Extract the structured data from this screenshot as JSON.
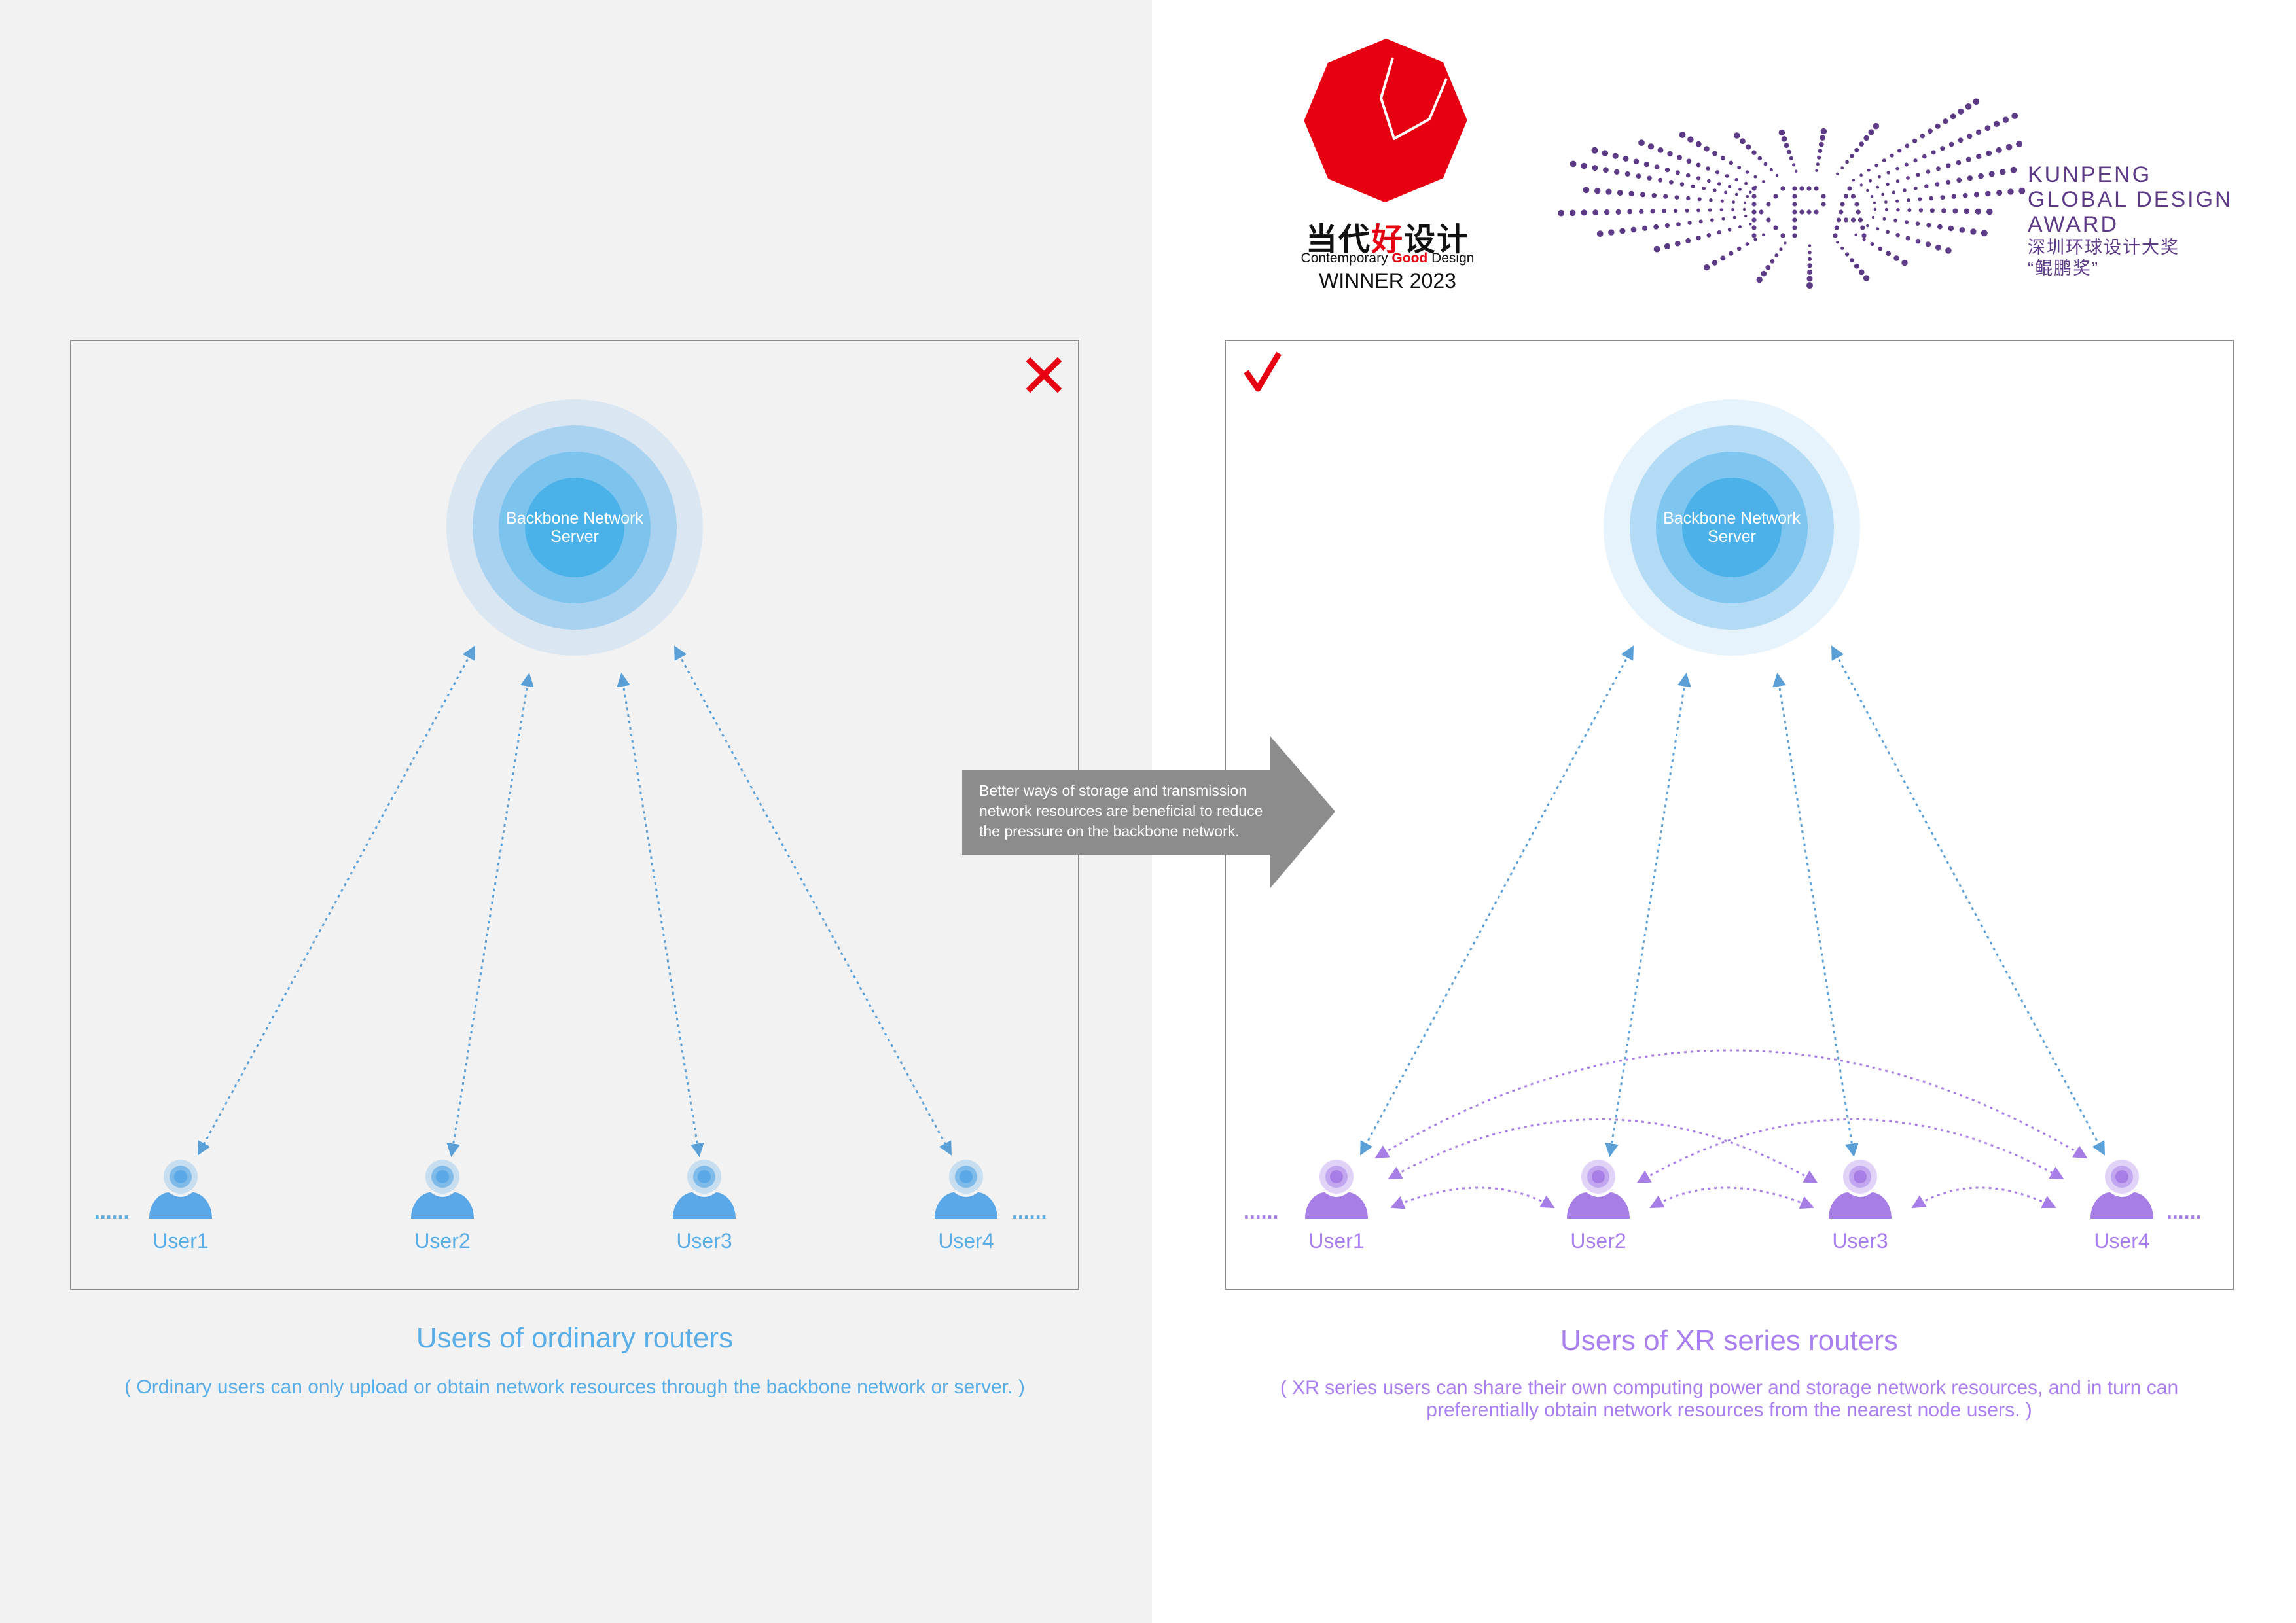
{
  "left_panel": {
    "server_label_line1": "Backbone Network",
    "server_label_line2": "Server",
    "users": [
      "User1",
      "User2",
      "User3",
      "User4"
    ],
    "ellipsis": "......",
    "status_mark": "cross-icon",
    "title": "Users of ordinary routers",
    "subtitle": "( Ordinary users can only upload or obtain network resources through the backbone network or server. )",
    "colors": {
      "accent": "#5aaee7",
      "icon": "#5aa8e8",
      "bg": "#f2f2f2"
    }
  },
  "right_panel": {
    "server_label_line1": "Backbone Network",
    "server_label_line2": "Server",
    "users": [
      "User1",
      "User2",
      "User3",
      "User4"
    ],
    "ellipsis": "......",
    "status_mark": "check-icon",
    "title": "Users of XR series routers",
    "subtitle_line1": "( XR series users can share their own computing power and storage network resources, and in turn can",
    "subtitle_line2": "preferentially obtain network resources from the nearest node users. )",
    "colors": {
      "accent": "#a97ff0",
      "icon": "#a77ee6",
      "bg": "#ffffff"
    }
  },
  "transition_arrow": {
    "line1": "Better ways of storage and transmission",
    "line2": "network resources are beneficial to reduce",
    "line3": "the pressure on the backbone network.",
    "color": "#8c8c8c"
  },
  "award_cgd": {
    "cn_prefix": "当代",
    "cn_highlight": "好",
    "cn_suffix": "设计",
    "en_prefix": "Contemporary ",
    "en_highlight": "Good",
    "en_suffix": " Design",
    "winner": "WINNER 2023",
    "color": "#e60012"
  },
  "award_kpa": {
    "mark": "KPA",
    "line1": "KUNPENG",
    "line2": "GLOBAL DESIGN",
    "line3": "AWARD",
    "cn_line1": "深圳环球设计大奖",
    "cn_line2": "“鲲鹏奖”",
    "color": "#5d3a86"
  }
}
